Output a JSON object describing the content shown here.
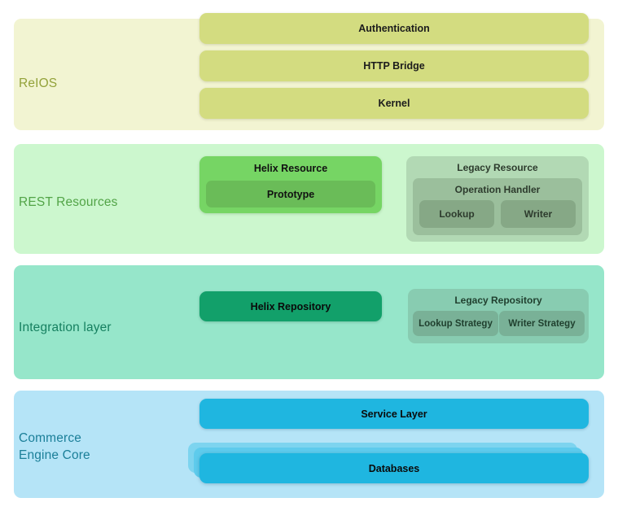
{
  "diagram": {
    "title": "Layered architecture diagram",
    "colors": {
      "band_relos": "#f2f4d2",
      "band_rest": "#ccf7ce",
      "band_integration": "#96e6ca",
      "band_commerce": "#b5e4f7",
      "node_yellow": "#d3dc80",
      "node_green": "#76d564",
      "node_teal": "#12a06a",
      "node_blue": "#1fb6e0",
      "label_relos": "#93a23a",
      "label_rest": "#52a447",
      "label_integration": "#168060",
      "label_commerce": "#1b7f99"
    }
  },
  "layers": {
    "relos": {
      "label": "ReIOS",
      "nodes": {
        "authentication": "Authentication",
        "http_bridge": "HTTP Bridge",
        "kernel": "Kernel"
      }
    },
    "rest_resources": {
      "label": "REST Resources",
      "helix": {
        "title": "Helix Resource",
        "child": "Prototype"
      },
      "legacy": {
        "title": "Legacy Resource",
        "operation_handler": {
          "title": "Operation Handler",
          "children": [
            "Lookup",
            "Writer"
          ]
        }
      }
    },
    "integration": {
      "label": "Integration layer",
      "helix_repository": "Helix Repository",
      "legacy_repository": {
        "title": "Legacy Repository",
        "children": [
          "Lookup Strategy",
          "Writer Strategy"
        ]
      }
    },
    "commerce": {
      "label": "Commerce\nEngine Core",
      "nodes": {
        "service_layer": "Service Layer",
        "databases": "Databases"
      }
    }
  }
}
